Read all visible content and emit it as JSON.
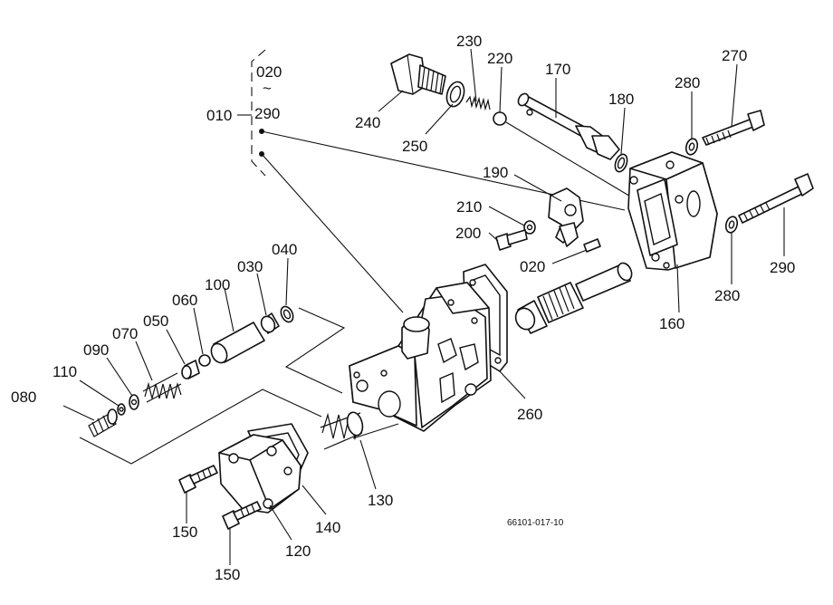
{
  "diagram": {
    "reference": "66101-017-10",
    "group_labels": {
      "assembly": "010",
      "upper": "020",
      "lower": "290",
      "tilde": "~"
    },
    "callouts": {
      "p020": "020",
      "p030": "030",
      "p040": "040",
      "p050": "050",
      "p060": "060",
      "p070": "070",
      "p080": "080",
      "p090": "090",
      "p100": "100",
      "p110": "110",
      "p120": "120",
      "p130": "130",
      "p140": "140",
      "p150a": "150",
      "p150b": "150",
      "p160": "160",
      "p170": "170",
      "p180": "180",
      "p190": "190",
      "p200": "200",
      "p210": "210",
      "p220": "220",
      "p230": "230",
      "p240": "240",
      "p250": "250",
      "p260": "260",
      "p270": "270",
      "p280a": "280",
      "p280b": "280",
      "p290": "290"
    }
  }
}
